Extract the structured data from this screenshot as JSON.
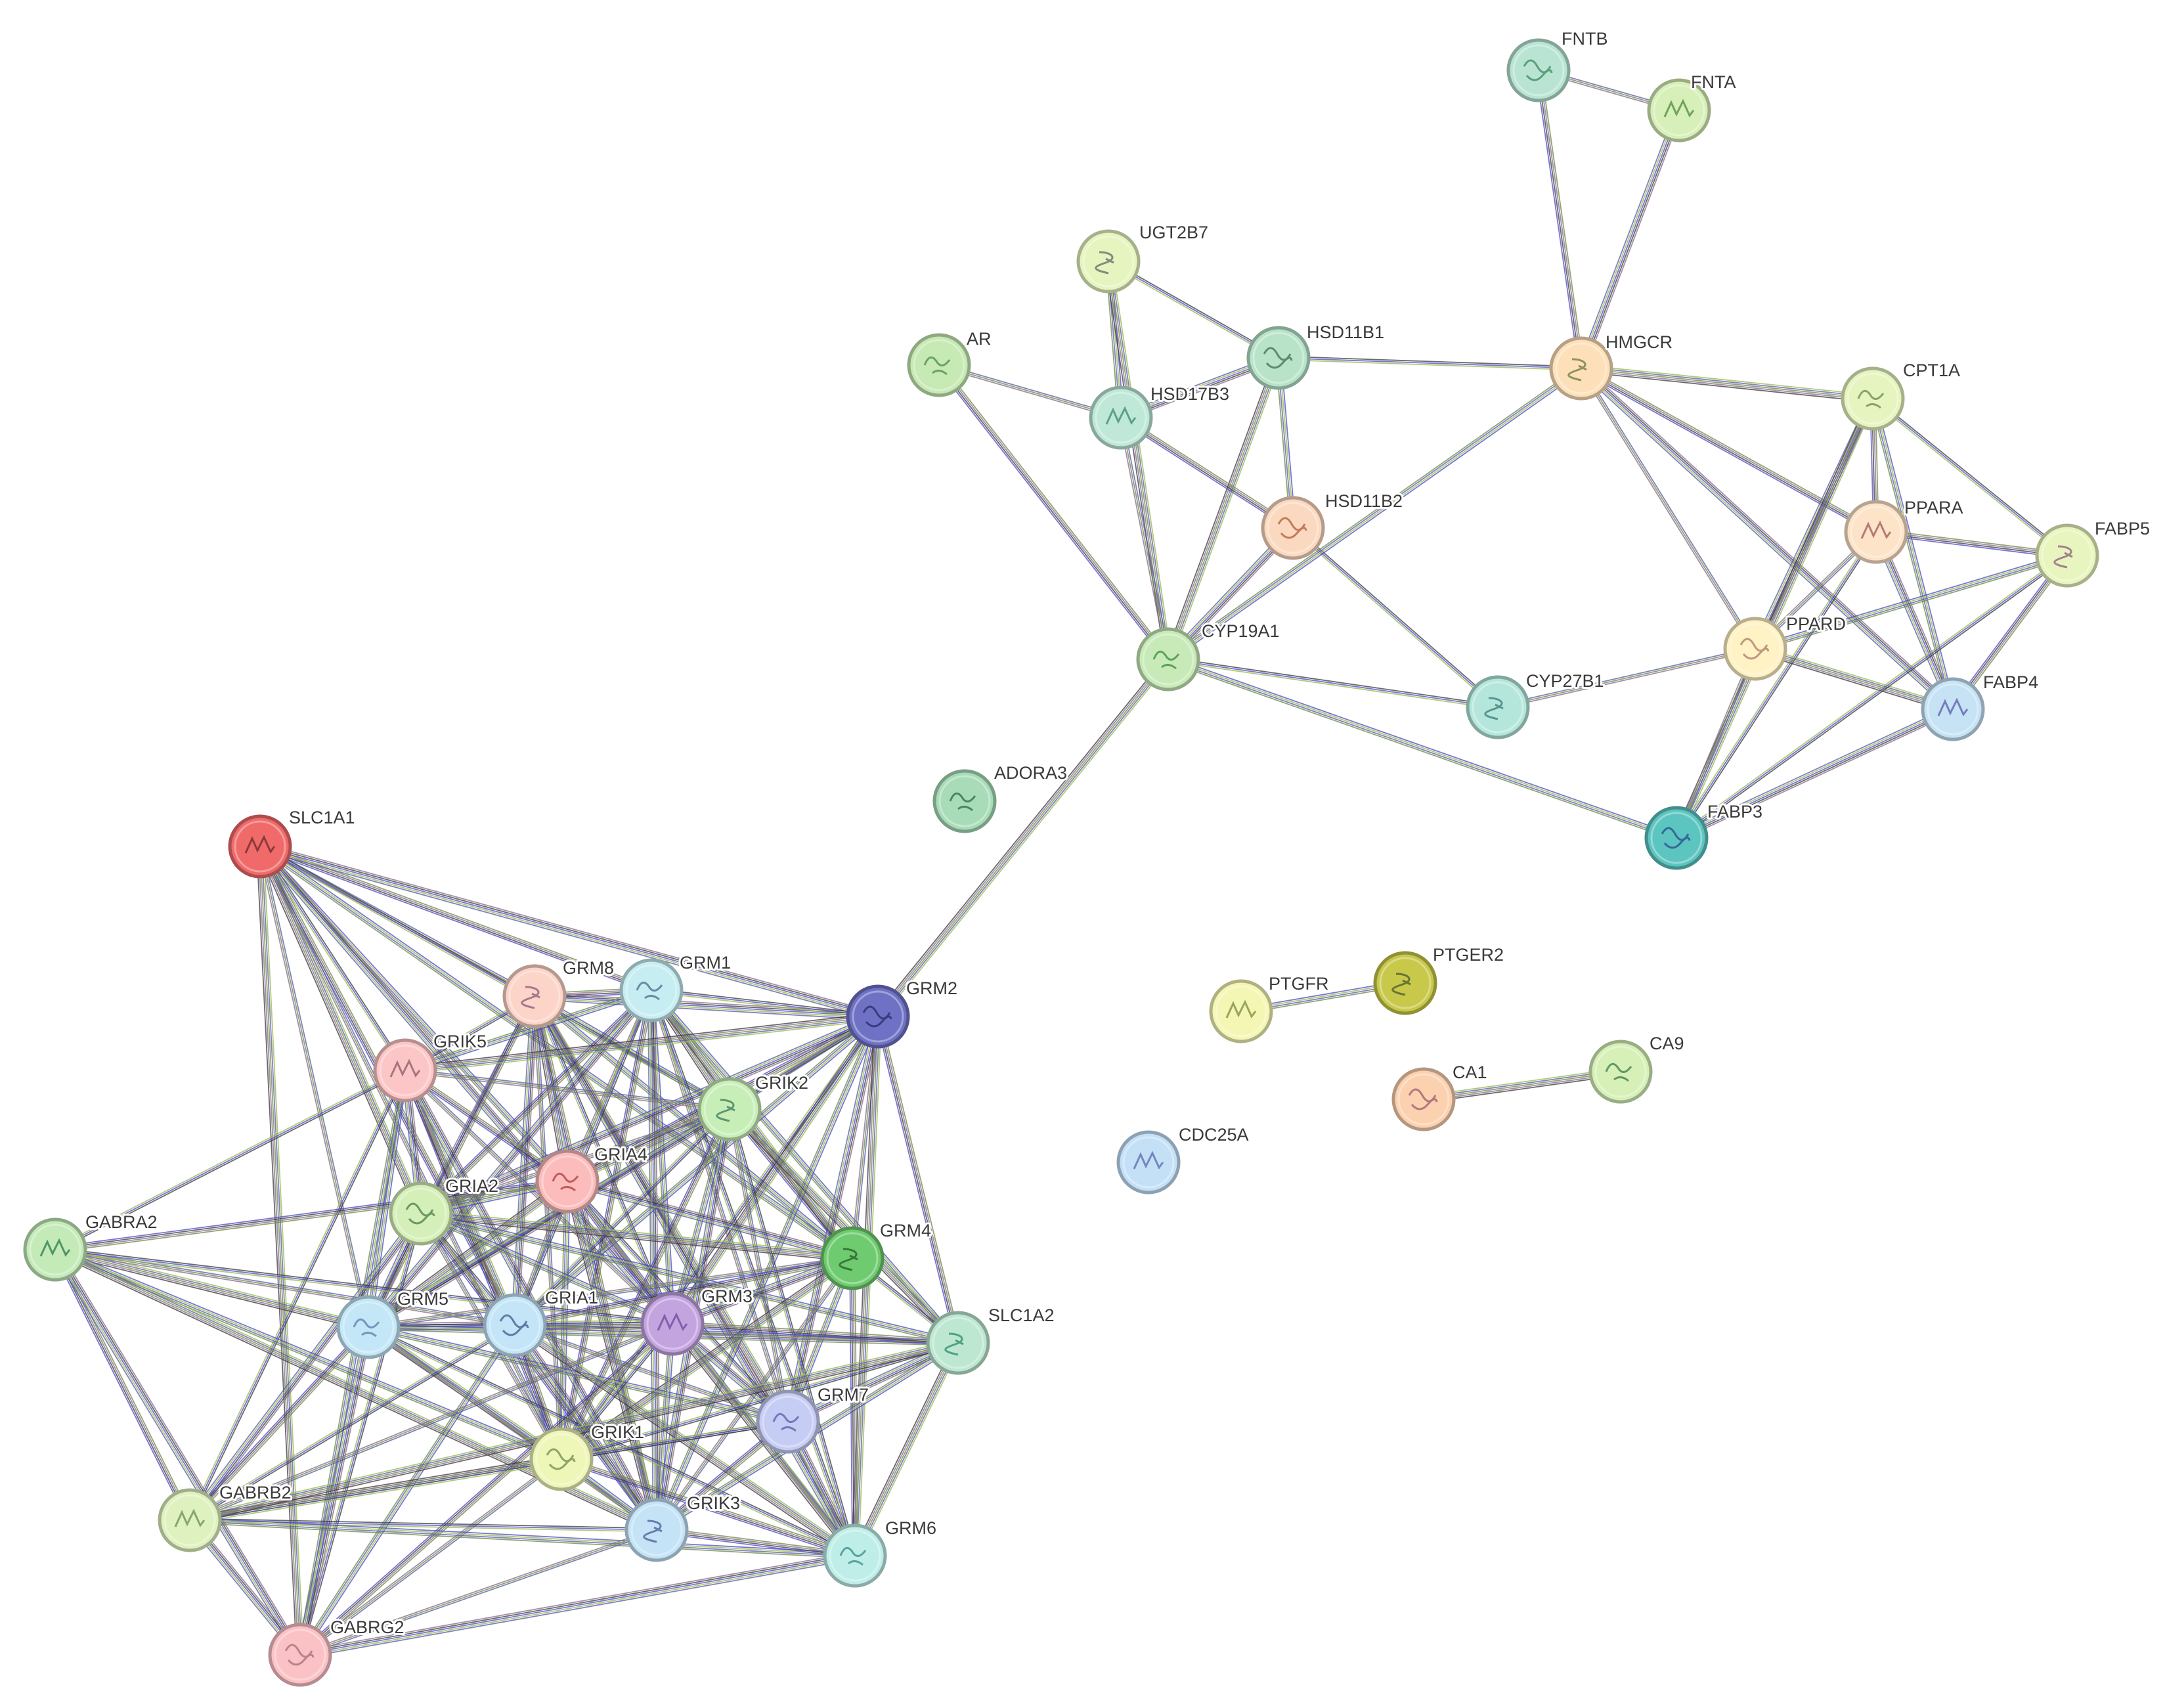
{
  "nodes": [
    {
      "id": "FNTB",
      "label": "FNTB",
      "color": "#b9e4d3",
      "glyph": "#3a8a5a"
    },
    {
      "id": "FNTA",
      "label": "FNTA",
      "color": "#d7efb8",
      "glyph": "#4c8a3a"
    },
    {
      "id": "UGT2B7",
      "label": "UGT2B7",
      "color": "#e6f4bf",
      "glyph": "#666666"
    },
    {
      "id": "AR",
      "label": "AR",
      "color": "#c7e9b4",
      "glyph": "#4a8a4a"
    },
    {
      "id": "HSD11B1",
      "label": "HSD11B1",
      "color": "#b8e3c9",
      "glyph": "#3e6e4e"
    },
    {
      "id": "HSD17B3",
      "label": "HSD17B3",
      "color": "#bfe8d8",
      "glyph": "#3a8a6a"
    },
    {
      "id": "HMGCR",
      "label": "HMGCR",
      "color": "#fde0b9",
      "glyph": "#6a7a3a"
    },
    {
      "id": "CPT1A",
      "label": "CPT1A",
      "color": "#e6f4bf",
      "glyph": "#6a8a4a"
    },
    {
      "id": "HSD11B2",
      "label": "HSD11B2",
      "color": "#fbd9c0",
      "glyph": "#b05a3a"
    },
    {
      "id": "PPARA",
      "label": "PPARA",
      "color": "#fde3c8",
      "glyph": "#9a5a5a"
    },
    {
      "id": "FABP5",
      "label": "FABP5",
      "color": "#e9f5bf",
      "glyph": "#8a5a7a"
    },
    {
      "id": "CYP19A1",
      "label": "CYP19A1",
      "color": "#c8eab8",
      "glyph": "#3a8a3a"
    },
    {
      "id": "PPARD",
      "label": "PPARD",
      "color": "#fff2c4",
      "glyph": "#aa7a6a"
    },
    {
      "id": "FABP4",
      "label": "FABP4",
      "color": "#c6e2f5",
      "glyph": "#5a5aaa"
    },
    {
      "id": "CYP27B1",
      "label": "CYP27B1",
      "color": "#b5e6dc",
      "glyph": "#3a7a7a"
    },
    {
      "id": "ADORA3",
      "label": "ADORA3",
      "color": "#a8dcb8",
      "glyph": "#2a6a4a"
    },
    {
      "id": "FABP3",
      "label": "FABP3",
      "color": "#5cc5c0",
      "glyph": "#2a4a8a"
    },
    {
      "id": "SLC1A1",
      "label": "SLC1A1",
      "color": "#f06a6a",
      "glyph": "#6a2a2a"
    },
    {
      "id": "GRM8",
      "label": "GRM8",
      "color": "#fcd4c8",
      "glyph": "#8a5a7a"
    },
    {
      "id": "GRM1",
      "label": "GRM1",
      "color": "#c6edf2",
      "glyph": "#4a6a8a"
    },
    {
      "id": "GRM2",
      "label": "GRM2",
      "color": "#6f72c4",
      "glyph": "#2a2a6a"
    },
    {
      "id": "GRIK5",
      "label": "GRIK5",
      "color": "#fdc6c6",
      "glyph": "#8a5a6a"
    },
    {
      "id": "GRIK2",
      "label": "GRIK2",
      "color": "#c8eeb8",
      "glyph": "#3a7a5a"
    },
    {
      "id": "GRIA4",
      "label": "GRIA4",
      "color": "#fcbcbc",
      "glyph": "#b03a3a"
    },
    {
      "id": "GRIA2",
      "label": "GRIA2",
      "color": "#d4efb8",
      "glyph": "#4a7a4a"
    },
    {
      "id": "GABRA2",
      "label": "GABRA2",
      "color": "#c4eab8",
      "glyph": "#2a7a4a"
    },
    {
      "id": "GRM4",
      "label": "GRM4",
      "color": "#6fcb6f",
      "glyph": "#2a5a2a"
    },
    {
      "id": "GRM5",
      "label": "GRM5",
      "color": "#c4e7f7",
      "glyph": "#5a7aaa"
    },
    {
      "id": "GRIA1",
      "label": "GRIA1",
      "color": "#c4e4f8",
      "glyph": "#3a5a8a"
    },
    {
      "id": "GRM3",
      "label": "GRM3",
      "color": "#c3a4df",
      "glyph": "#6a4a9a"
    },
    {
      "id": "SLC1A2",
      "label": "SLC1A2",
      "color": "#bde7d1",
      "glyph": "#2a8a6a"
    },
    {
      "id": "GRM7",
      "label": "GRM7",
      "color": "#c6cdf4",
      "glyph": "#5a5aaa"
    },
    {
      "id": "GRIK1",
      "label": "GRIK1",
      "color": "#eef6b8",
      "glyph": "#6a8a4a"
    },
    {
      "id": "GABRB2",
      "label": "GABRB2",
      "color": "#dff1bf",
      "glyph": "#6a8a5a"
    },
    {
      "id": "GRIK3",
      "label": "GRIK3",
      "color": "#c4e3f6",
      "glyph": "#4a5a9a"
    },
    {
      "id": "GRM6",
      "label": "GRM6",
      "color": "#bfeee8",
      "glyph": "#3a8a8a"
    },
    {
      "id": "GABRG2",
      "label": "GABRG2",
      "color": "#fbc2c6",
      "glyph": "#aa6a7a"
    },
    {
      "id": "PTGFR",
      "label": "PTGFR",
      "color": "#f4f6b4",
      "glyph": "#7a8a3a"
    },
    {
      "id": "PTGER2",
      "label": "PTGER2",
      "color": "#c8c84a",
      "glyph": "#4a5a2a"
    },
    {
      "id": "CA9",
      "label": "CA9",
      "color": "#d6f0b8",
      "glyph": "#3a7a4a"
    },
    {
      "id": "CA1",
      "label": "CA1",
      "color": "#fbd1b0",
      "glyph": "#9a5a6a"
    },
    {
      "id": "CDC25A",
      "label": "CDC25A",
      "color": "#c4e0f7",
      "glyph": "#5a6aaa"
    }
  ],
  "edges": [
    [
      "FNTB",
      "FNTA"
    ],
    [
      "FNTB",
      "HMGCR"
    ],
    [
      "FNTA",
      "HMGCR"
    ],
    [
      "UGT2B7",
      "HSD11B1"
    ],
    [
      "UGT2B7",
      "HSD17B3"
    ],
    [
      "UGT2B7",
      "CYP19A1"
    ],
    [
      "AR",
      "HSD17B3"
    ],
    [
      "AR",
      "CYP19A1"
    ],
    [
      "HSD11B1",
      "HSD17B3"
    ],
    [
      "HSD11B1",
      "HMGCR"
    ],
    [
      "HSD11B1",
      "HSD11B2"
    ],
    [
      "HSD11B1",
      "CYP19A1"
    ],
    [
      "HSD17B3",
      "CYP19A1"
    ],
    [
      "HSD17B3",
      "HSD11B2"
    ],
    [
      "HSD11B2",
      "CYP19A1"
    ],
    [
      "HSD11B2",
      "CYP27B1"
    ],
    [
      "HMGCR",
      "CYP19A1"
    ],
    [
      "HMGCR",
      "CPT1A"
    ],
    [
      "HMGCR",
      "PPARD"
    ],
    [
      "HMGCR",
      "PPARA"
    ],
    [
      "HMGCR",
      "FABP4"
    ],
    [
      "CYP19A1",
      "CYP27B1"
    ],
    [
      "CYP19A1",
      "FABP3"
    ],
    [
      "CYP19A1",
      "GRM2"
    ],
    [
      "CYP27B1",
      "PPARD"
    ],
    [
      "CPT1A",
      "PPARA"
    ],
    [
      "CPT1A",
      "PPARD"
    ],
    [
      "CPT1A",
      "FABP5"
    ],
    [
      "CPT1A",
      "FABP4"
    ],
    [
      "CPT1A",
      "FABP3"
    ],
    [
      "PPARA",
      "PPARD"
    ],
    [
      "PPARA",
      "FABP5"
    ],
    [
      "PPARA",
      "FABP4"
    ],
    [
      "PPARA",
      "FABP3"
    ],
    [
      "PPARD",
      "FABP5"
    ],
    [
      "PPARD",
      "FABP4"
    ],
    [
      "PPARD",
      "FABP3"
    ],
    [
      "FABP5",
      "FABP4"
    ],
    [
      "FABP4",
      "FABP3"
    ],
    [
      "FABP5",
      "FABP3"
    ],
    [
      "PTGFR",
      "PTGER2"
    ],
    [
      "CA1",
      "CA9"
    ],
    [
      "SLC1A1",
      "GRM8"
    ],
    [
      "SLC1A1",
      "GRM1"
    ],
    [
      "SLC1A1",
      "GRM2"
    ],
    [
      "SLC1A1",
      "GRIK5"
    ],
    [
      "SLC1A1",
      "GRIA4"
    ],
    [
      "SLC1A1",
      "GRIA2"
    ],
    [
      "SLC1A1",
      "GRM5"
    ],
    [
      "SLC1A1",
      "GRIA1"
    ],
    [
      "SLC1A1",
      "GRM3"
    ],
    [
      "SLC1A1",
      "GRIK2"
    ],
    [
      "SLC1A1",
      "GRM4"
    ],
    [
      "SLC1A1",
      "GABRG2"
    ],
    [
      "SLC1A1",
      "GRIK1"
    ],
    [
      "GRM8",
      "GRM1"
    ],
    [
      "GRM8",
      "GRM2"
    ],
    [
      "GRM8",
      "GRIK5"
    ],
    [
      "GRM8",
      "GRIK2"
    ],
    [
      "GRM8",
      "GRIA4"
    ],
    [
      "GRM8",
      "GRIA2"
    ],
    [
      "GRM8",
      "GRM5"
    ],
    [
      "GRM8",
      "GRIA1"
    ],
    [
      "GRM8",
      "GRM3"
    ],
    [
      "GRM8",
      "GRM4"
    ],
    [
      "GRM8",
      "GRM7"
    ],
    [
      "GRM8",
      "GRIK1"
    ],
    [
      "GRM8",
      "GRIK3"
    ],
    [
      "GRM8",
      "GRM6"
    ],
    [
      "GRM1",
      "GRM2"
    ],
    [
      "GRM1",
      "GRIK5"
    ],
    [
      "GRM1",
      "GRIK2"
    ],
    [
      "GRM1",
      "GRIA4"
    ],
    [
      "GRM1",
      "GRIA2"
    ],
    [
      "GRM1",
      "GRM5"
    ],
    [
      "GRM1",
      "GRIA1"
    ],
    [
      "GRM1",
      "GRM3"
    ],
    [
      "GRM1",
      "GRM4"
    ],
    [
      "GRM1",
      "GRM7"
    ],
    [
      "GRM1",
      "GRIK1"
    ],
    [
      "GRM1",
      "GRIK3"
    ],
    [
      "GRM1",
      "GRM6"
    ],
    [
      "GRM1",
      "SLC1A2"
    ],
    [
      "GRM2",
      "GRIK5"
    ],
    [
      "GRM2",
      "GRIK2"
    ],
    [
      "GRM2",
      "GRIA4"
    ],
    [
      "GRM2",
      "GRIA2"
    ],
    [
      "GRM2",
      "GRM5"
    ],
    [
      "GRM2",
      "GRIA1"
    ],
    [
      "GRM2",
      "GRM3"
    ],
    [
      "GRM2",
      "GRM4"
    ],
    [
      "GRM2",
      "SLC1A2"
    ],
    [
      "GRM2",
      "GRM7"
    ],
    [
      "GRM2",
      "GRIK1"
    ],
    [
      "GRM2",
      "GRIK3"
    ],
    [
      "GRM2",
      "GRM6"
    ],
    [
      "GRIK5",
      "GRIK2"
    ],
    [
      "GRIK5",
      "GRIA4"
    ],
    [
      "GRIK5",
      "GRIA2"
    ],
    [
      "GRIK5",
      "GABRA2"
    ],
    [
      "GRIK5",
      "GRM5"
    ],
    [
      "GRIK5",
      "GRIA1"
    ],
    [
      "GRIK5",
      "GRM3"
    ],
    [
      "GRIK5",
      "GRIK1"
    ],
    [
      "GRIK5",
      "GRIK3"
    ],
    [
      "GRIK5",
      "GABRB2"
    ],
    [
      "GRIK5",
      "GABRG2"
    ],
    [
      "GRIK2",
      "GRIA4"
    ],
    [
      "GRIK2",
      "GRIA2"
    ],
    [
      "GRIK2",
      "GRM4"
    ],
    [
      "GRIK2",
      "GRM5"
    ],
    [
      "GRIK2",
      "GRIA1"
    ],
    [
      "GRIK2",
      "GRM3"
    ],
    [
      "GRIK2",
      "SLC1A2"
    ],
    [
      "GRIK2",
      "GRM7"
    ],
    [
      "GRIK2",
      "GRIK1"
    ],
    [
      "GRIK2",
      "GRIK3"
    ],
    [
      "GRIK2",
      "GRM6"
    ],
    [
      "GRIA4",
      "GRIA2"
    ],
    [
      "GRIA4",
      "GRM5"
    ],
    [
      "GRIA4",
      "GRIA1"
    ],
    [
      "GRIA4",
      "GRM3"
    ],
    [
      "GRIA4",
      "GRM4"
    ],
    [
      "GRIA4",
      "GRM7"
    ],
    [
      "GRIA4",
      "GRIK1"
    ],
    [
      "GRIA4",
      "GRIK3"
    ],
    [
      "GRIA4",
      "GRM6"
    ],
    [
      "GRIA4",
      "GABRA2"
    ],
    [
      "GRIA2",
      "GRM5"
    ],
    [
      "GRIA2",
      "GRIA1"
    ],
    [
      "GRIA2",
      "GRM3"
    ],
    [
      "GRIA2",
      "GRM4"
    ],
    [
      "GRIA2",
      "GRIK1"
    ],
    [
      "GRIA2",
      "GRIK3"
    ],
    [
      "GRIA2",
      "GABRB2"
    ],
    [
      "GRIA2",
      "GABRG2"
    ],
    [
      "GRIA2",
      "SLC1A2"
    ],
    [
      "GABRA2",
      "GRM5"
    ],
    [
      "GABRA2",
      "GRIA1"
    ],
    [
      "GABRA2",
      "GABRB2"
    ],
    [
      "GABRA2",
      "GABRG2"
    ],
    [
      "GABRA2",
      "GRM3"
    ],
    [
      "GABRA2",
      "GRIK1"
    ],
    [
      "GABRA2",
      "GRIK3"
    ],
    [
      "GRM4",
      "GRM5"
    ],
    [
      "GRM4",
      "GRIA1"
    ],
    [
      "GRM4",
      "GRM3"
    ],
    [
      "GRM4",
      "SLC1A2"
    ],
    [
      "GRM4",
      "GRM7"
    ],
    [
      "GRM4",
      "GRIK1"
    ],
    [
      "GRM4",
      "GRIK3"
    ],
    [
      "GRM4",
      "GRM6"
    ],
    [
      "GRM5",
      "GRIA1"
    ],
    [
      "GRM5",
      "GRM3"
    ],
    [
      "GRM5",
      "GRM7"
    ],
    [
      "GRM5",
      "GRIK1"
    ],
    [
      "GRM5",
      "GRIK3"
    ],
    [
      "GRM5",
      "GABRB2"
    ],
    [
      "GRM5",
      "GABRG2"
    ],
    [
      "GRM5",
      "GRM6"
    ],
    [
      "GRM5",
      "SLC1A2"
    ],
    [
      "GRIA1",
      "GRM3"
    ],
    [
      "GRIA1",
      "GRM7"
    ],
    [
      "GRIA1",
      "GRIK1"
    ],
    [
      "GRIA1",
      "GRIK3"
    ],
    [
      "GRIA1",
      "GABRB2"
    ],
    [
      "GRIA1",
      "GABRG2"
    ],
    [
      "GRIA1",
      "GRM6"
    ],
    [
      "GRIA1",
      "SLC1A2"
    ],
    [
      "GRM3",
      "SLC1A2"
    ],
    [
      "GRM3",
      "GRM7"
    ],
    [
      "GRM3",
      "GRIK1"
    ],
    [
      "GRM3",
      "GRIK3"
    ],
    [
      "GRM3",
      "GRM6"
    ],
    [
      "GRM3",
      "GABRB2"
    ],
    [
      "GRM3",
      "GABRG2"
    ],
    [
      "SLC1A2",
      "GRM7"
    ],
    [
      "SLC1A2",
      "GRIK1"
    ],
    [
      "SLC1A2",
      "GRIK3"
    ],
    [
      "SLC1A2",
      "GRM6"
    ],
    [
      "GRM7",
      "GRIK1"
    ],
    [
      "GRM7",
      "GRIK3"
    ],
    [
      "GRM7",
      "GRM6"
    ],
    [
      "GRM7",
      "GABRB2"
    ],
    [
      "GRIK1",
      "GRIK3"
    ],
    [
      "GRIK1",
      "GABRB2"
    ],
    [
      "GRIK1",
      "GABRG2"
    ],
    [
      "GRIK1",
      "GRM6"
    ],
    [
      "GABRB2",
      "GABRG2"
    ],
    [
      "GABRB2",
      "GRIK3"
    ],
    [
      "GABRB2",
      "GRM6"
    ],
    [
      "GABRB2",
      "SLC1A2"
    ],
    [
      "GRIK3",
      "GABRG2"
    ],
    [
      "GRIK3",
      "GRM6"
    ],
    [
      "GABRG2",
      "GRM6"
    ]
  ],
  "edge_palette": [
    "#5a5aa8",
    "#6a8a4a",
    "#8a6a8a",
    "#3a3a3a",
    "#4a4ac8",
    "#9ab84a"
  ],
  "background_color": "#ffffff"
}
